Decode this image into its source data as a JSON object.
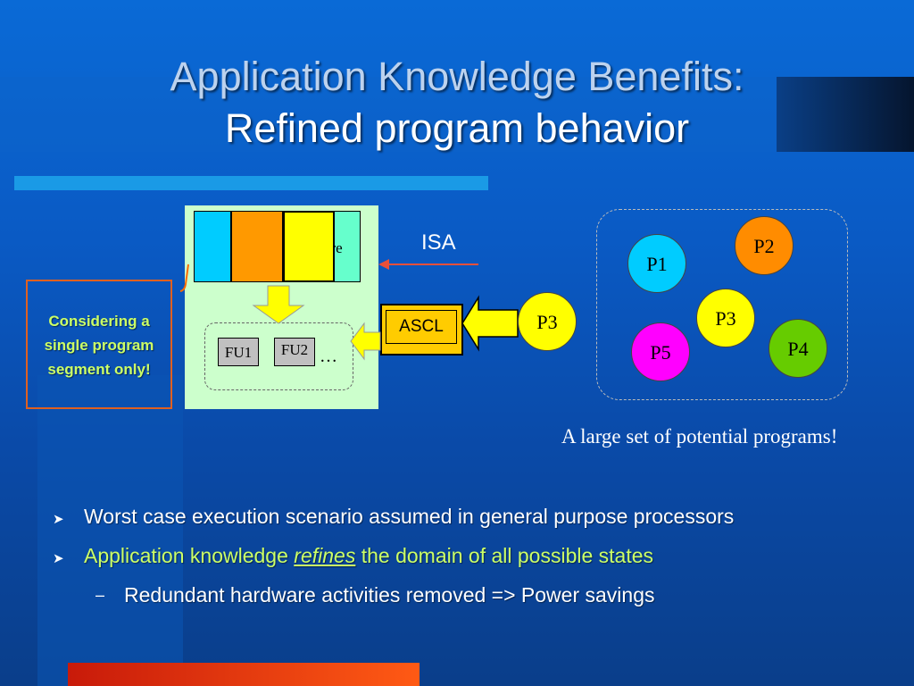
{
  "slide": {
    "title_line1": "Application Knowledge Benefits:",
    "title_line2": "Refined program behavior"
  },
  "diagram": {
    "register_label": "ure",
    "fu1": "FU1",
    "fu2": "FU2",
    "fu_more": "…",
    "consider_line1": "Considering a",
    "consider_line2": "single program",
    "consider_line3": "segment only!",
    "ascl_label": "ASCL",
    "isa_label": "ISA",
    "input_program": "P3",
    "programs": [
      {
        "label": "P1",
        "color": "#00ccff"
      },
      {
        "label": "P2",
        "color": "#ff8c00"
      },
      {
        "label": "P3",
        "color": "#ffff00"
      },
      {
        "label": "P4",
        "color": "#66cc00"
      },
      {
        "label": "P5",
        "color": "#ff00ff"
      }
    ],
    "programs_caption": "A large set of potential programs!"
  },
  "bullets": {
    "b1": "Worst case execution scenario assumed in general purpose processors",
    "b2_pre": "Application knowledge ",
    "b2_em": "refines",
    "b2_post": " the domain of all possible states",
    "sub1": "Redundant hardware activities removed => Power savings"
  },
  "colors": {
    "accent_green": "#ccff66",
    "arrow_yellow": "#ffff00",
    "isa_arrow": "#e8503a"
  }
}
